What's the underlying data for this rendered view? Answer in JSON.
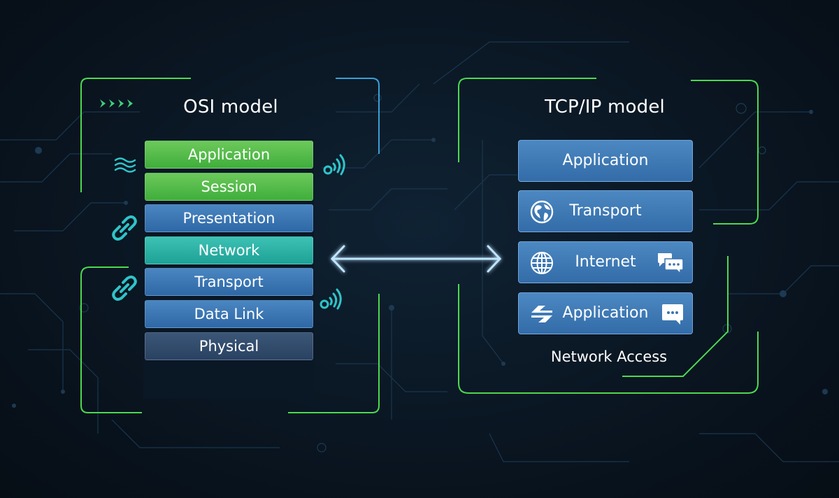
{
  "osi": {
    "title": "OSI model",
    "layers": [
      {
        "label": "Application",
        "color": "green"
      },
      {
        "label": "Session",
        "color": "green"
      },
      {
        "label": "Presentation",
        "color": "blue"
      },
      {
        "label": "Network",
        "color": "teal"
      },
      {
        "label": "Transport",
        "color": "blue"
      },
      {
        "label": "Data Link",
        "color": "blue"
      },
      {
        "label": "Physical",
        "color": "dark"
      }
    ]
  },
  "tcpip": {
    "title": "TCP/IP model",
    "layers": [
      {
        "label": "Application",
        "left_icon": "",
        "right_icon": ""
      },
      {
        "label": "Transport",
        "left_icon": "globe-americas-icon",
        "right_icon": ""
      },
      {
        "label": "Internet",
        "left_icon": "globe-grid-icon",
        "right_icon": "chat-bubbles-icon"
      },
      {
        "label": "Application",
        "left_icon": "arrows-exchange-icon",
        "right_icon": "chat-bubble-icon"
      }
    ],
    "footer_label": "Network Access"
  },
  "connector": {
    "type": "bidirectional-arrow",
    "color": "#3aa8ff"
  },
  "colors": {
    "frame_green": "#4cd94f",
    "frame_blue": "#3a9fd6",
    "osi_green": "#4fb944",
    "osi_blue": "#3b78b6",
    "osi_teal": "#26b0a3",
    "osi_dark": "#324b6c",
    "tcp_blue": "#3f7ab6",
    "icon_teal": "#2fc4c8"
  }
}
